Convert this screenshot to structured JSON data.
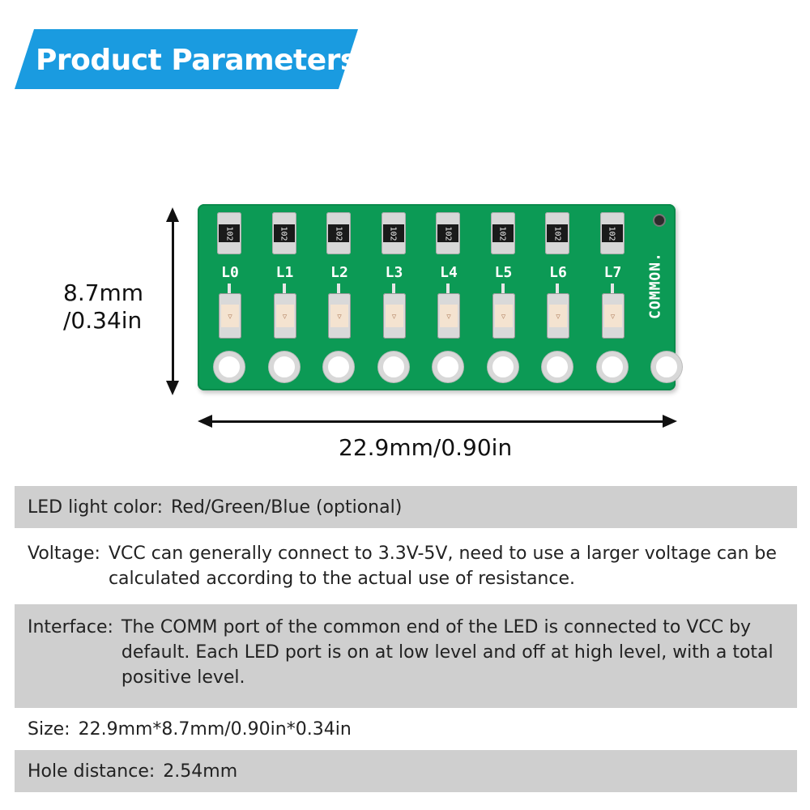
{
  "header": {
    "title": "Product Parameters",
    "color": "#1a9be0"
  },
  "dimensions": {
    "height_line1": "8.7mm",
    "height_line2": "/0.34in",
    "width": "22.9mm/0.90in"
  },
  "pcb": {
    "board_color": "#0c9a55",
    "resistor_code": "102",
    "led_labels": [
      "L0",
      "L1",
      "L2",
      "L3",
      "L4",
      "L5",
      "L6",
      "L7"
    ],
    "common_label": "COMMON."
  },
  "specs": {
    "color": {
      "label": "LED light color:",
      "value": "Red/Green/Blue (optional)"
    },
    "voltage": {
      "label": "Voltage:",
      "value": "VCC can generally connect to 3.3V-5V, need to use a larger voltage can be calculated according to the actual use of resistance."
    },
    "interface": {
      "label": "Interface:",
      "value": "The COMM port of the common end of the LED is connected to VCC by default. Each LED port is on at low level and off at high level, with a total positive level."
    },
    "size": {
      "label": "Size:",
      "value": "22.9mm*8.7mm/0.90in*0.34in"
    },
    "hole": {
      "label": "Hole distance:",
      "value": "2.54mm"
    }
  }
}
